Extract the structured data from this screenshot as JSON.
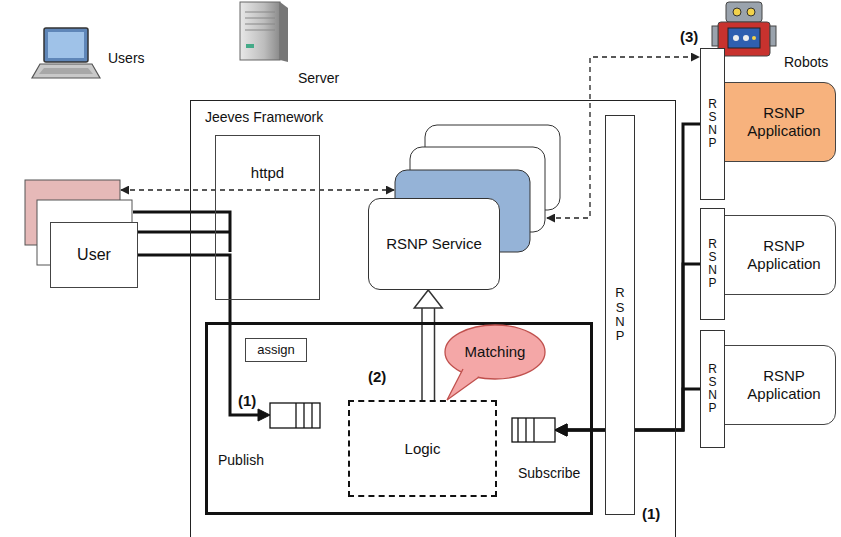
{
  "diagram": {
    "nodes": [
      {
        "text": [
          "User"
        ]
      },
      {
        "text": [
          "Jeeves Framework"
        ]
      },
      {
        "text": [
          "httpd"
        ],
        "in": 1
      },
      {
        "text": [
          "RSNP Service"
        ],
        "in": 1
      },
      {
        "text": [
          "Publish",
          "Subscribe"
        ],
        "in": 1
      },
      {
        "text": [
          "assign"
        ],
        "in": 4
      },
      {
        "text": [
          "Matching"
        ],
        "in": 4
      },
      {
        "text": [
          "Logic"
        ],
        "in": 4
      },
      {
        "text": [
          "RSNP"
        ],
        "in": 1
      },
      {
        "text": [
          "RSNP"
        ]
      },
      {
        "text": [
          "RSNP Application"
        ]
      },
      {
        "text": [
          "RSNP"
        ]
      },
      {
        "text": [
          "RSNP Application"
        ]
      },
      {
        "text": [
          "RSNP"
        ]
      },
      {
        "text": [
          "RSNP Application"
        ]
      }
    ],
    "edges": [
      {
        "from": 0,
        "to": 4,
        "arrow": "to"
      },
      {
        "from": 7,
        "to": 3,
        "arrow": "to"
      },
      {
        "from": 9,
        "to": 4,
        "arrow": "to"
      },
      {
        "from": 11,
        "to": 4,
        "arrow": "to"
      },
      {
        "from": 13,
        "to": 4,
        "arrow": "to"
      }
    ],
    "labels": [
      "Users",
      "Server",
      "Robots",
      "(1)",
      "(2)",
      "(3)",
      "(1)"
    ]
  }
}
